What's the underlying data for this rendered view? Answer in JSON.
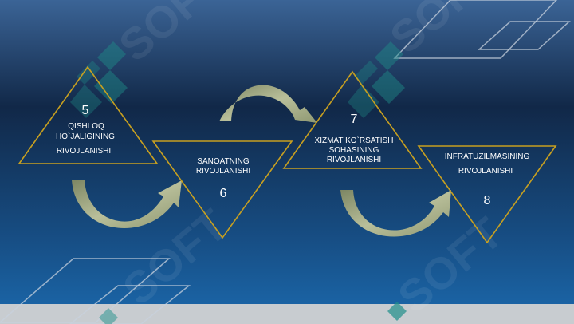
{
  "watermark": {
    "text": "SOFT"
  },
  "steps": [
    {
      "number": "5",
      "lines": [
        "QISHLOQ",
        "HO`JALIGINING",
        "RIVOJLANISHI"
      ]
    },
    {
      "number": "6",
      "lines": [
        "SANOATNING",
        "RIVOJLANISHI"
      ]
    },
    {
      "number": "7",
      "lines": [
        "XIZMAT KO`RSATISH",
        "SOHASINING",
        "RIVOJLANISHI"
      ]
    },
    {
      "number": "8",
      "lines": [
        "INFRATUZILMASINING",
        "RIVOJLANISHI"
      ]
    }
  ],
  "colors": {
    "triangle_border": "#c8a020",
    "arrow_fill": "#9aa27a",
    "bottom_bar": "#c8ccd0",
    "watermark_mark": "#1f8f8a"
  }
}
